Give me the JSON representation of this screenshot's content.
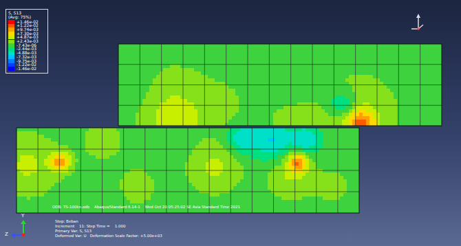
{
  "diagram": {
    "labels": [
      "S, S13",
      "(Avg: 75%)",
      "ODB: TS-100kn.odb    Abaqus/Standard 6.14-1    Wed Oct 20 05:25:02 SE Asia Standard Time 2021",
      "Step: Beban",
      "Increment    11: Step Time =    1.000",
      "Primary Var: S, S13",
      "Deformed Var: U   Deformation Scale Factor: +5.00e+03",
      "Y",
      "Z"
    ],
    "legend": [
      {
        "text": "+1.46e-02",
        "color": "#ff0000"
      },
      {
        "text": "+1.22e-02",
        "color": "#ff5a00"
      },
      {
        "text": "+9.74e-03",
        "color": "#ffa000"
      },
      {
        "text": "+7.30e-03",
        "color": "#ffd800"
      },
      {
        "text": "+4.87e-03",
        "color": "#c8ee00"
      },
      {
        "text": "+2.43e-03",
        "color": "#86e01a"
      },
      {
        "text": "-7.43e-06",
        "color": "#3fd23f"
      },
      {
        "text": "-2.44e-03",
        "color": "#00e080"
      },
      {
        "text": "-4.88e-03",
        "color": "#00e0c8"
      },
      {
        "text": "-7.32e-03",
        "color": "#00c4ff"
      },
      {
        "text": "-9.75e-03",
        "color": "#0080ff"
      },
      {
        "text": "-1.22e-02",
        "color": "#0040ff"
      },
      {
        "text": "-1.46e-02",
        "color": "#0000ff"
      }
    ]
  }
}
